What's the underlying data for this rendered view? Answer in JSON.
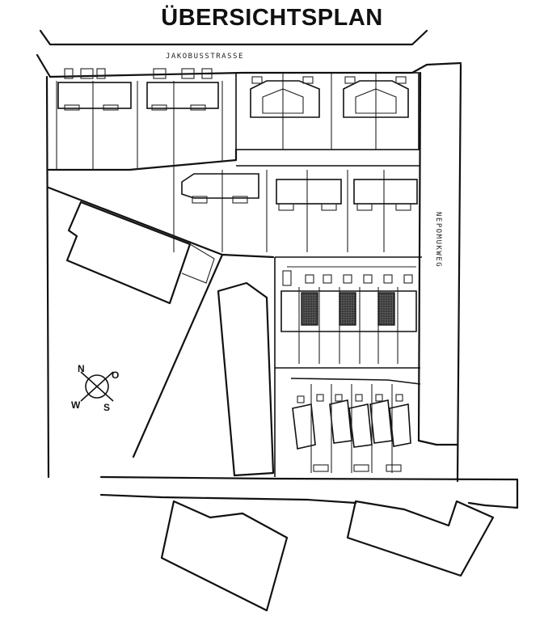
{
  "title": "ÜBERSICHTSPLAN",
  "streets": {
    "north": "JAKOBUSSTRASSE",
    "east": "NEPOMUKWEG"
  },
  "compass": {
    "n": "N",
    "o": "O",
    "s": "S",
    "w": "W"
  }
}
